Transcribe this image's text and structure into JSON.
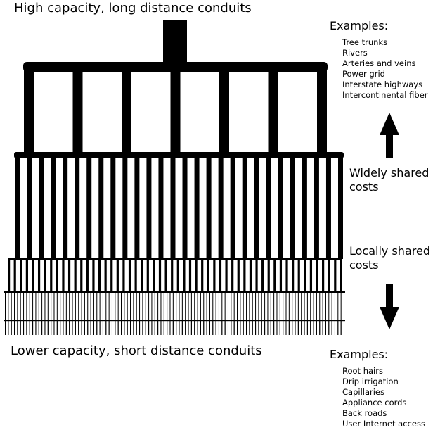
{
  "top_title": "High capacity, long distance conduits",
  "bottom_title": "Lower capacity, short distance conduits",
  "top_examples": {
    "heading": "Examples:",
    "items": [
      "Tree trunks",
      "Rivers",
      "Arteries and veins",
      "Power grid",
      "Interstate highways",
      "Intercontinental fiber"
    ]
  },
  "bottom_examples": {
    "heading": "Examples:",
    "items": [
      "Root hairs",
      "Drip irrigation",
      "Capillaries",
      "Appliance cords",
      "Back roads",
      "User Internet access"
    ]
  },
  "widely_shared": {
    "line1": "Widely shared",
    "line2": "costs"
  },
  "locally_shared": {
    "line1": "Locally shared",
    "line2": "costs"
  },
  "arrows": {
    "up": "arrow-up-icon",
    "down": "arrow-down-icon"
  },
  "tiers": {
    "tier1_columns": 7,
    "tier2_columns": 28,
    "tier3_columns": 56,
    "tier4_columns": 112
  },
  "colors": {
    "ink": "#000000",
    "paper": "#ffffff"
  }
}
